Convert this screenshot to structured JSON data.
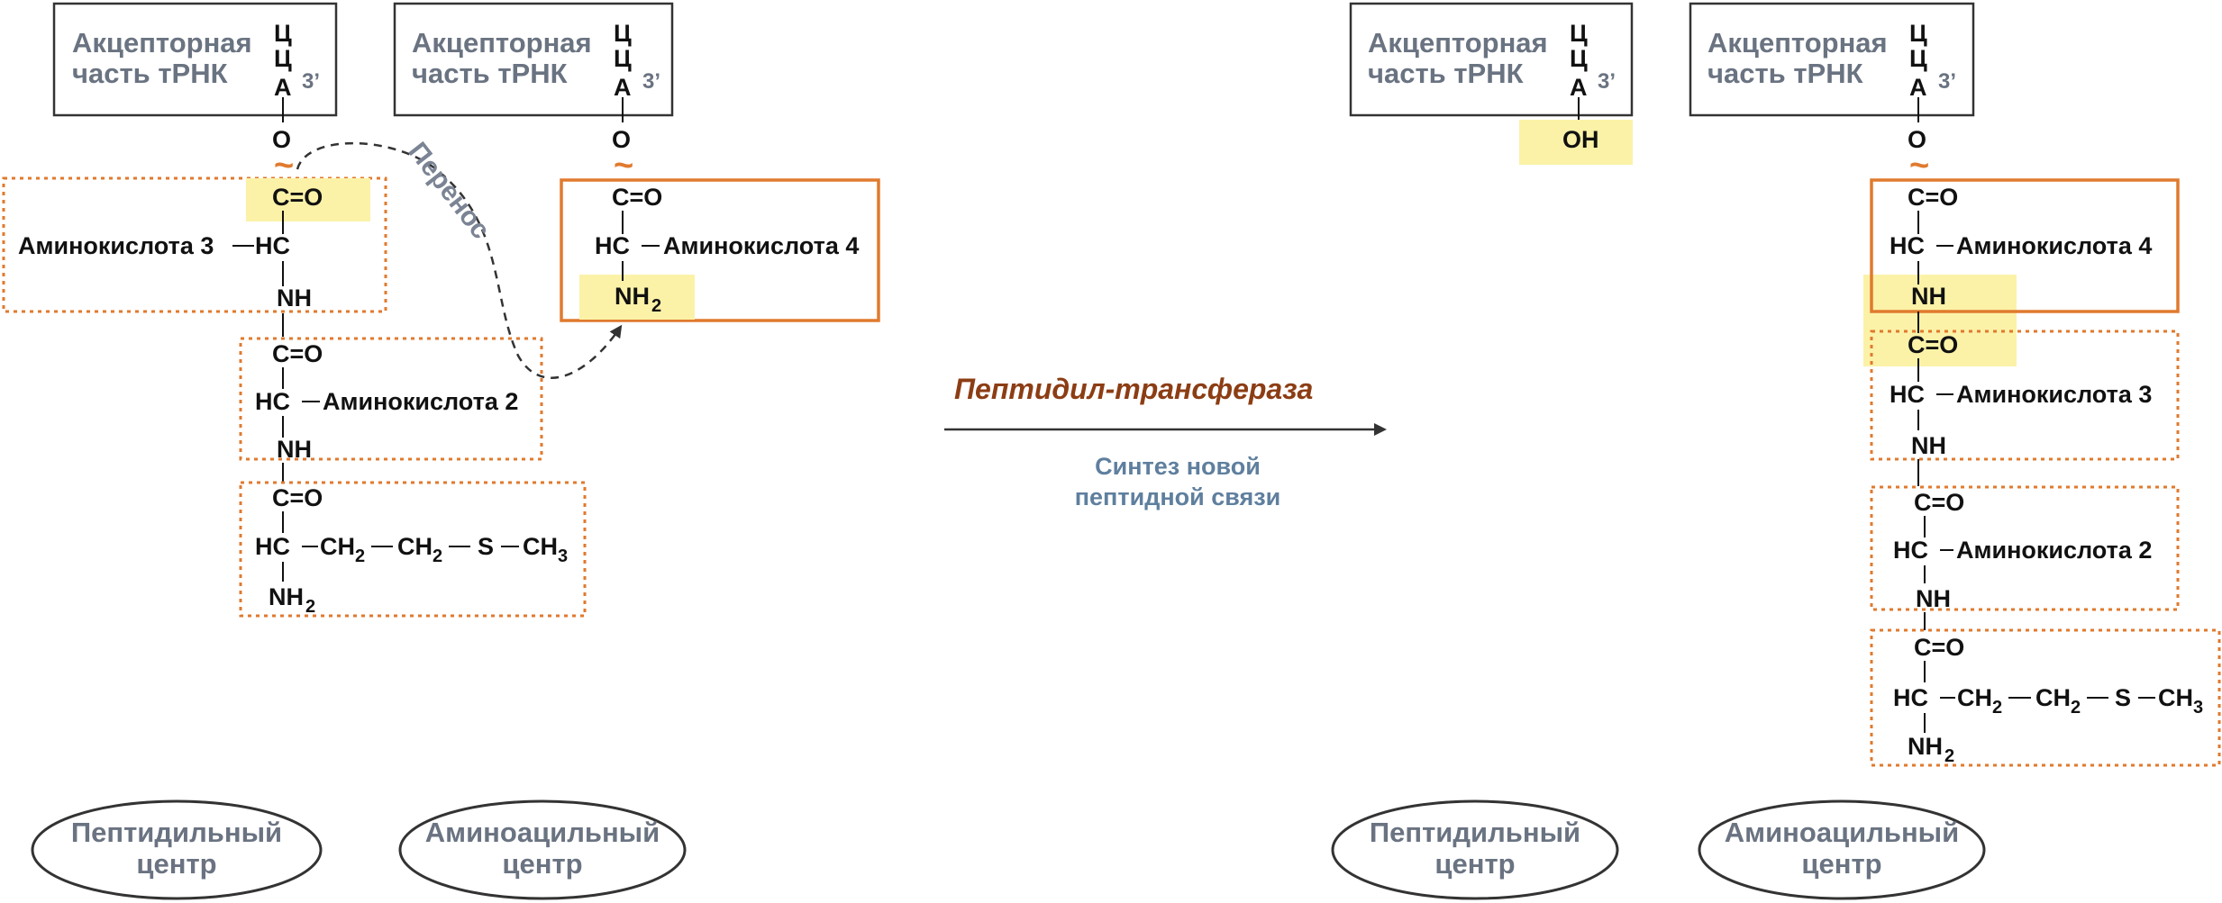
{
  "trna": {
    "acceptor_label_line1": "Акцепторная",
    "acceptor_label_line2": "часть тРНК",
    "nucleotide_c1": "Ц",
    "nucleotide_c2": "Ц",
    "nucleotide_a": "А",
    "three_prime": "3’",
    "oxygen": "O",
    "ester_bond": "~",
    "free_oh": "OH"
  },
  "chem": {
    "carbonyl": "C=O",
    "hc": "HC",
    "nh": "NH",
    "nh2_main": "NH",
    "sub2": "2",
    "sub3": "3",
    "ch2": "CH",
    "s": "S",
    "ch3": "CH"
  },
  "amino_acids": {
    "aa2": "Аминокислота 2",
    "aa3": "Аминокислота 3",
    "aa4": "Аминокислота 4"
  },
  "transfer_label": "Перенос",
  "reaction": {
    "enzyme": "Пептидил-трансфераза",
    "description_line1": "Синтез новой",
    "description_line2": "пептидной связи"
  },
  "centers": {
    "peptidyl_line1": "Пептидильный",
    "peptidyl_line2": "центр",
    "aminoacyl_line1": "Аминоацильный",
    "aminoacyl_line2": "центр"
  },
  "colors": {
    "orange_solid": "#e07a2e",
    "orange_dotted": "#e07a2e",
    "highlight": "#fbf2a8",
    "gray_text": "#6a7381",
    "enzyme_text": "#8c3d14",
    "subtitle_text": "#5f7f9e"
  }
}
